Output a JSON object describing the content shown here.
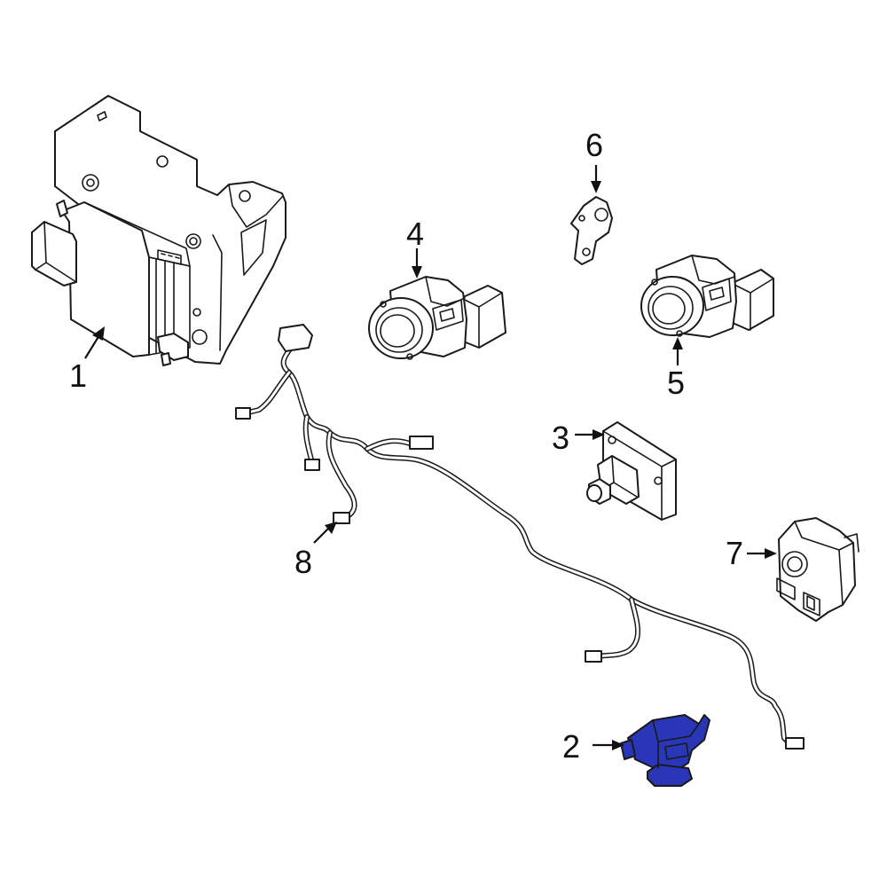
{
  "diagram": {
    "callouts": [
      {
        "id": "1",
        "label": "1"
      },
      {
        "id": "2",
        "label": "2"
      },
      {
        "id": "3",
        "label": "3"
      },
      {
        "id": "4",
        "label": "4"
      },
      {
        "id": "5",
        "label": "5"
      },
      {
        "id": "6",
        "label": "6"
      },
      {
        "id": "7",
        "label": "7"
      },
      {
        "id": "8",
        "label": "8"
      }
    ],
    "highlight_color": "#2a36b8",
    "line_color": "#1a1a1a"
  }
}
